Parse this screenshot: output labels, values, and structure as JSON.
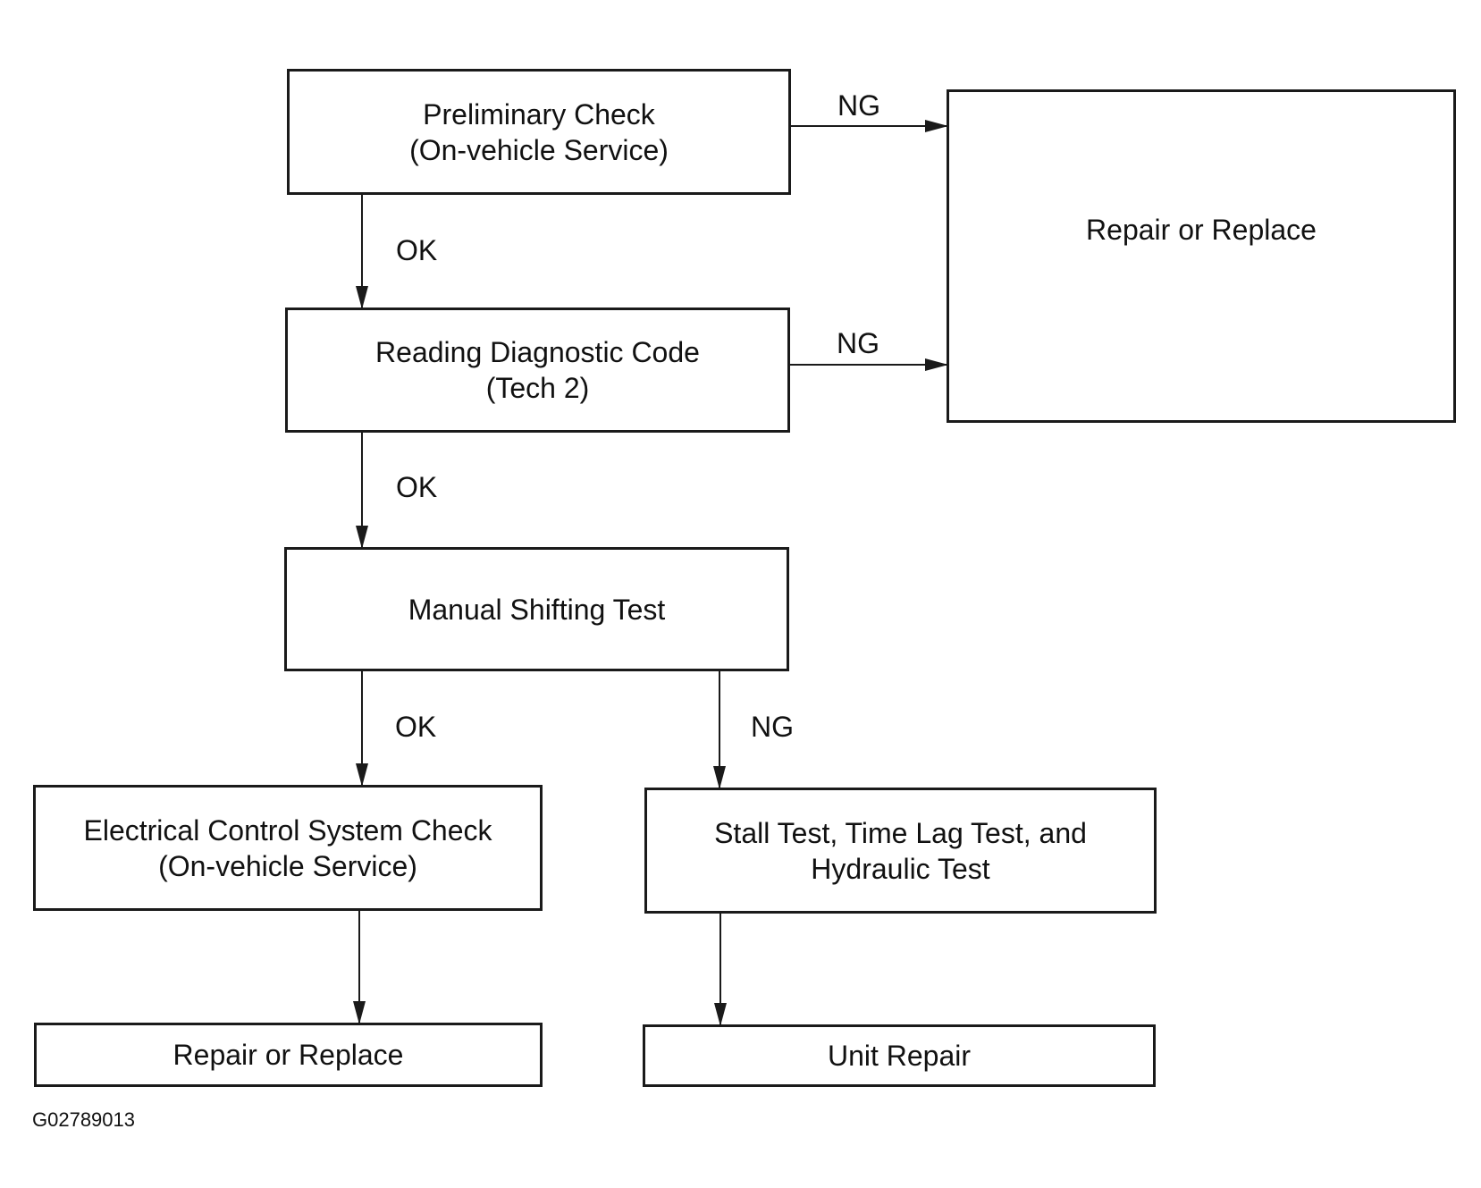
{
  "boxes": {
    "preliminary": {
      "line1": "Preliminary Check",
      "line2": "(On-vehicle Service)"
    },
    "reading": {
      "line1": "Reading Diagnostic Code",
      "line2": "(Tech 2)"
    },
    "manual": {
      "line1": "Manual Shifting Test"
    },
    "repair_top": {
      "line1": "Repair or Replace"
    },
    "electrical": {
      "line1": "Electrical Control System Check",
      "line2": "(On-vehicle Service)"
    },
    "stall": {
      "line1": "Stall Test, Time Lag Test, and",
      "line2": "Hydraulic Test"
    },
    "repair_bottom": {
      "line1": "Repair or Replace"
    },
    "unit_repair": {
      "line1": "Unit Repair"
    }
  },
  "labels": {
    "ok_1": "OK",
    "ok_2": "OK",
    "ok_3": "OK",
    "ng_1": "NG",
    "ng_2": "NG",
    "ng_3": "NG"
  },
  "figure_id": "G02789013",
  "colors": {
    "line": "#1a1a1a",
    "background": "#ffffff"
  }
}
